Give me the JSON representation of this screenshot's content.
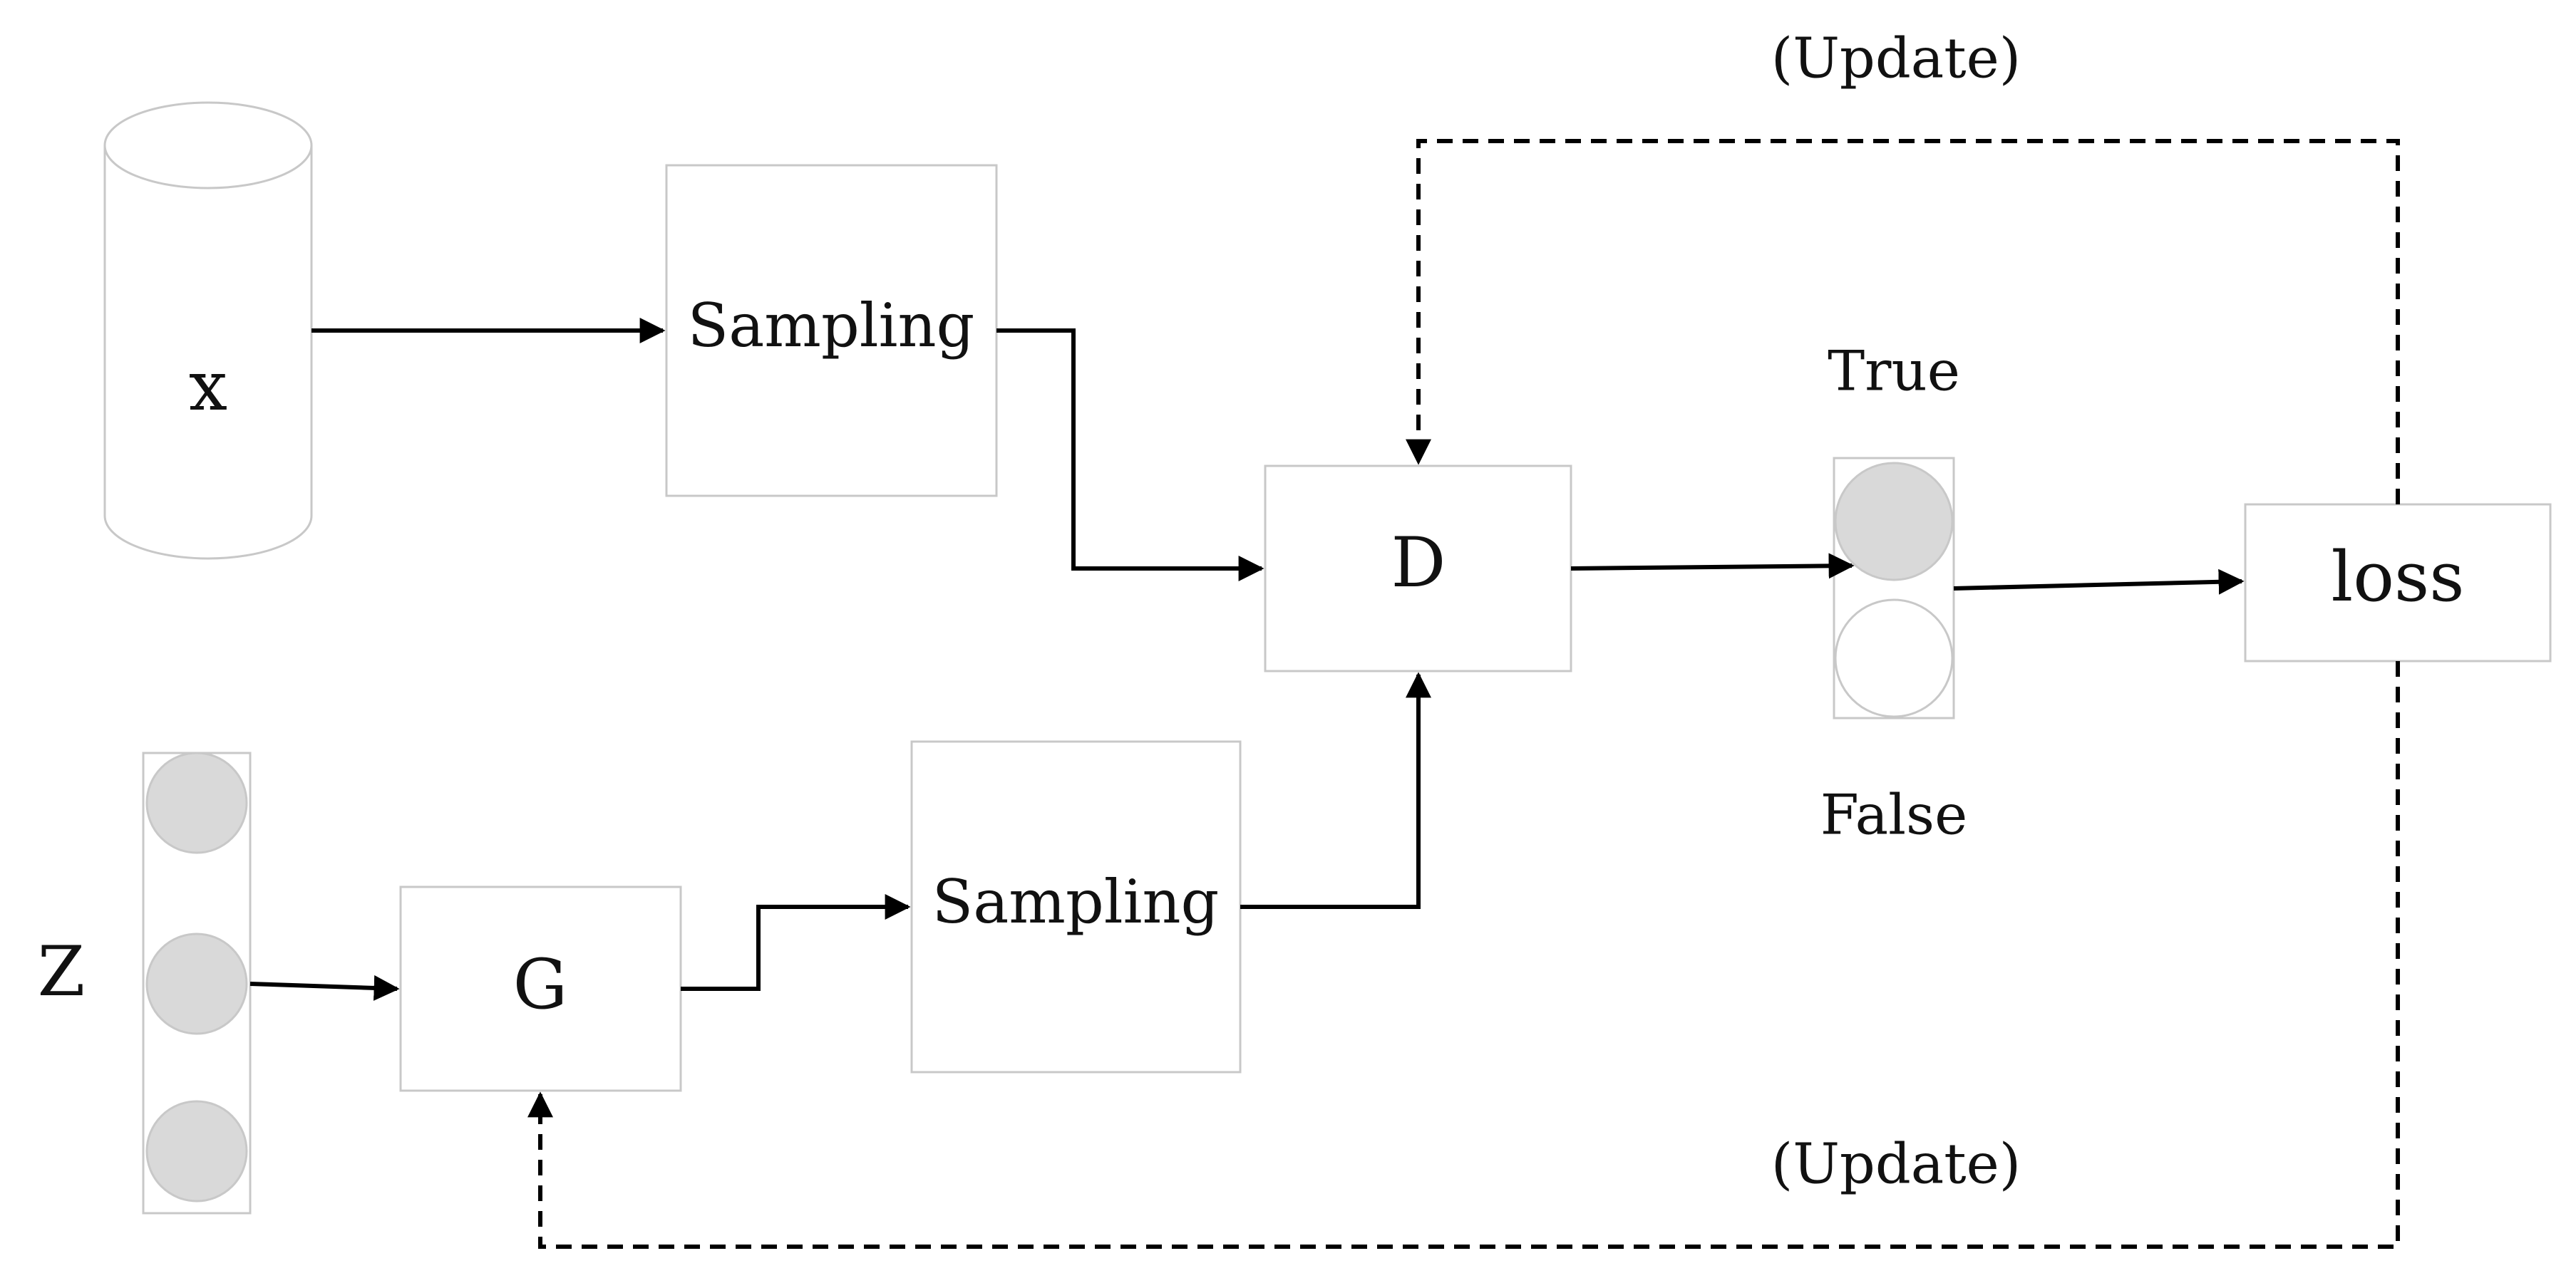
{
  "labels": {
    "real_data": "x",
    "noise": "Z",
    "sampling_real": "Sampling",
    "sampling_fake": "Sampling",
    "generator": "G",
    "discriminator": "D",
    "loss": "loss",
    "true_label": "True",
    "false_label": "False",
    "update_top": "(Update)",
    "update_bottom": "(Update)"
  },
  "colors": {
    "node_gray": "#d9d9d9",
    "box_stroke": "#c8c8c8",
    "edge": "#000000"
  }
}
